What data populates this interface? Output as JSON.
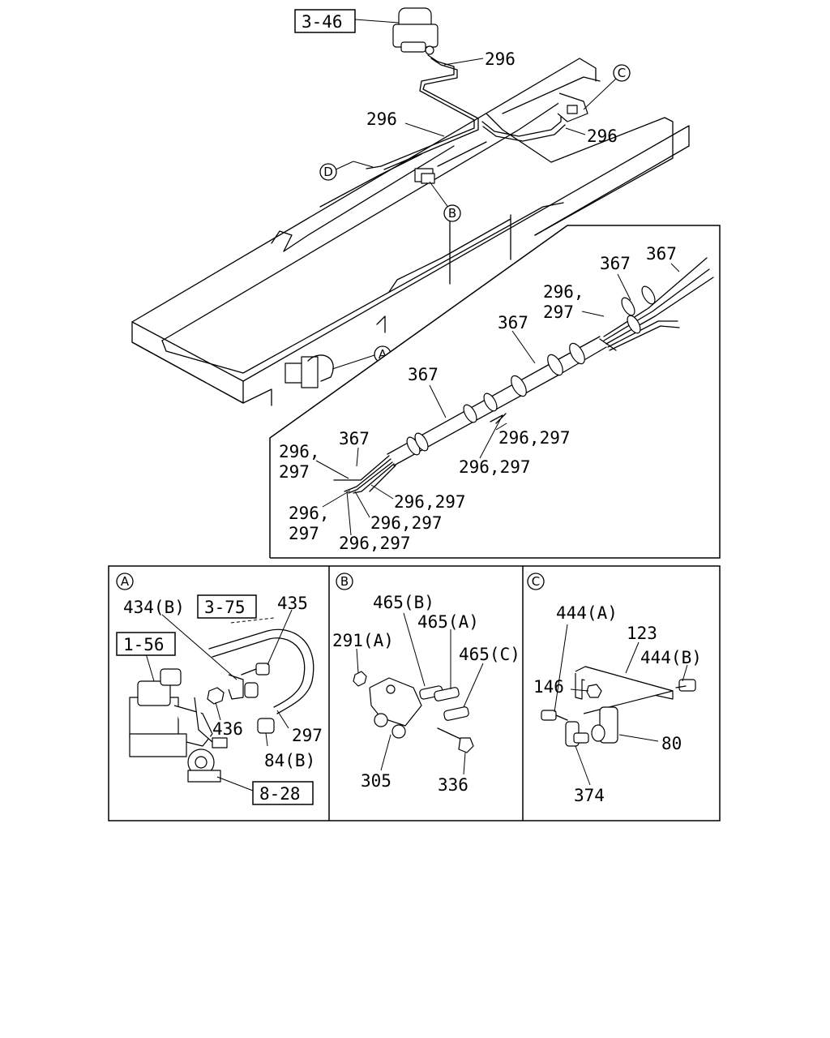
{
  "top": {
    "ref_3_46": "3-46",
    "pipe_296_a": "296",
    "pipe_296_b": "296",
    "pipe_296_c": "296",
    "callout_a": "A",
    "callout_b": "B",
    "callout_c": "C",
    "callout_d": "D"
  },
  "harness": {
    "l367_1": "367",
    "l367_2": "367",
    "l367_3": "367",
    "l367_4": "367",
    "l367_5": "367",
    "l296_1": "296,",
    "l297_1": "297",
    "l296297_1": "296,297",
    "l296297_2": "296,297",
    "l296_2": "296,",
    "l297_2": "297",
    "l296297_3": "296,297",
    "l296_3": "296,",
    "l297_3": "297",
    "l296297_4": "296,297",
    "l296297_5": "296,297"
  },
  "panel_a": {
    "tag": "A",
    "l434b": "434(B)",
    "ref_3_75": "3-75",
    "l435": "435",
    "ref_1_56": "1-56",
    "l436": "436",
    "l297": "297",
    "l84b": "84(B)",
    "ref_8_28": "8-28"
  },
  "panel_b": {
    "tag": "B",
    "l465b": "465(B)",
    "l465a": "465(A)",
    "l291a": "291(A)",
    "l465c": "465(C)",
    "l305": "305",
    "l336": "336"
  },
  "panel_c": {
    "tag": "C",
    "l444a": "444(A)",
    "l123": "123",
    "l444b": "444(B)",
    "l146": "146",
    "l80": "80",
    "l374": "374"
  }
}
